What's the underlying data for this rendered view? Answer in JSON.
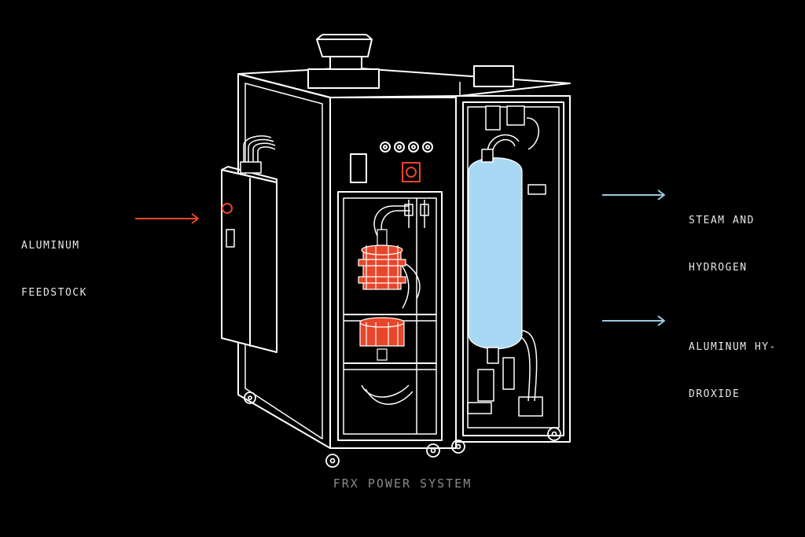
{
  "labels": {
    "input": {
      "line1": "ALUMINUM",
      "line2": "FEEDSTOCK"
    },
    "output1": {
      "line1": "STEAM AND",
      "line2": "HYDROGEN"
    },
    "output2": {
      "line1": "ALUMINUM HY-",
      "line2": "DROXIDE"
    }
  },
  "caption": "FRX POWER SYSTEM",
  "colors": {
    "background": "#000000",
    "line": "#ffffff",
    "reactor": "#e8462a",
    "tank": "#a9d8f5",
    "input_arrow": "#e8462a",
    "output_arrow": "#9fc7df",
    "caption": "#8a8a8a"
  }
}
